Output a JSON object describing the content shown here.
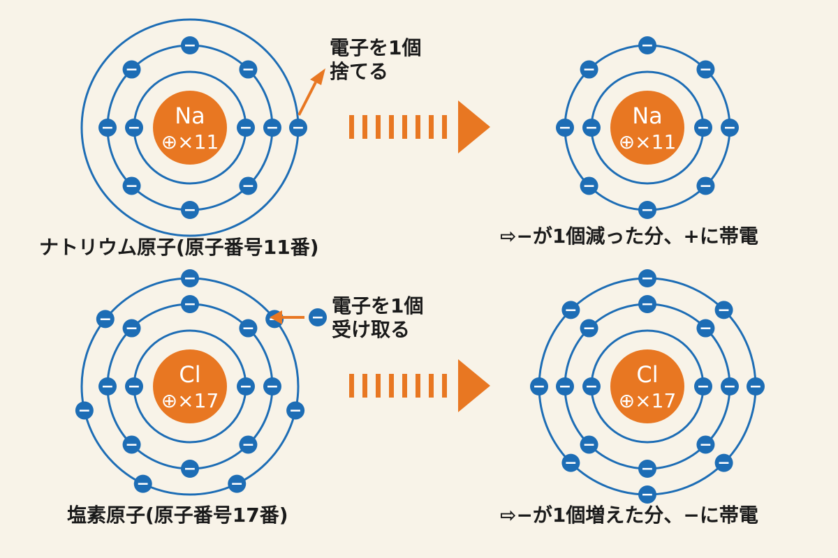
{
  "colors": {
    "background": "#f8f3e8",
    "shell": "#1d6db5",
    "electron": "#1d6db5",
    "nucleus": "#e87722",
    "arrow": "#e87722",
    "text": "#1a1a1a"
  },
  "electron_symbol": "−",
  "atoms": [
    {
      "id": "na-before",
      "symbol": "Na",
      "charge_text": "⊕×11",
      "shells": [
        2,
        8,
        1
      ],
      "caption": "ナトリウム原子(原子番号11番)",
      "note_lines": [
        "電子を1個",
        "捨てる"
      ]
    },
    {
      "id": "na-after",
      "symbol": "Na",
      "charge_text": "⊕×11",
      "shells": [
        2,
        8
      ],
      "caption": "⇨−が1個減った分、+に帯電"
    },
    {
      "id": "cl-before",
      "symbol": "Cl",
      "charge_text": "⊕×17",
      "shells": [
        2,
        8,
        7
      ],
      "caption": "塩素原子(原子番号17番)",
      "note_lines": [
        "電子を1個",
        "受け取る"
      ]
    },
    {
      "id": "cl-after",
      "symbol": "Cl",
      "charge_text": "⊕×17",
      "shells": [
        2,
        8,
        8
      ],
      "caption": "⇨−が1個増えた分、−に帯電"
    }
  ]
}
